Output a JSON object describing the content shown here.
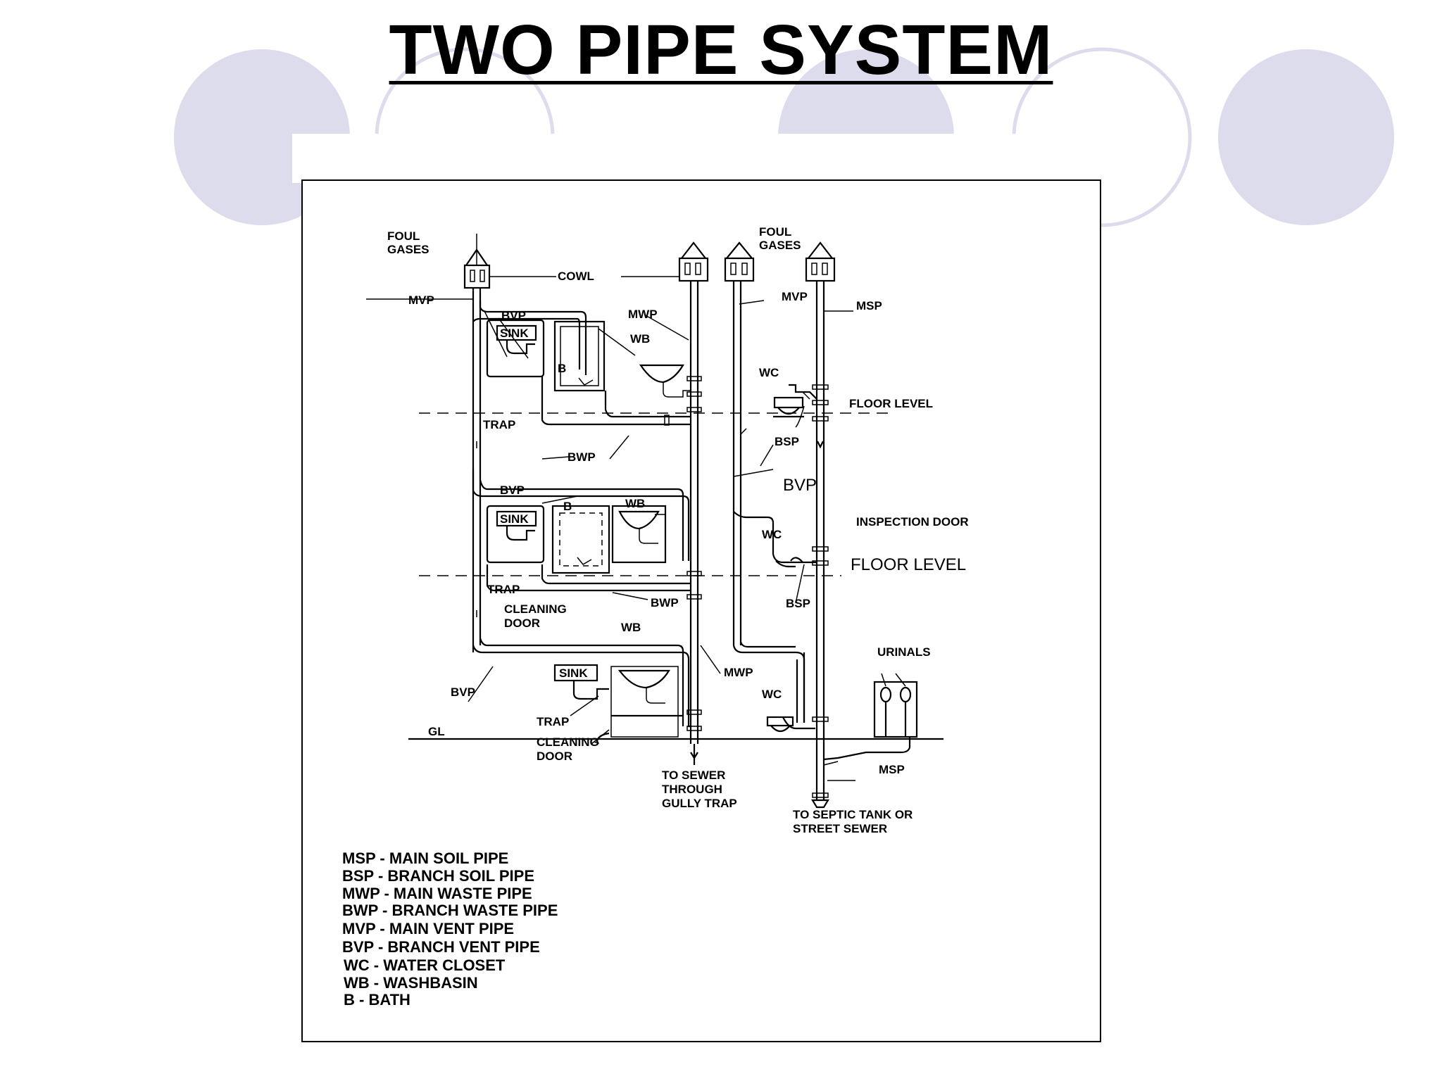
{
  "title": "TWO PIPE SYSTEM",
  "theme": {
    "circle_color": "#dcdcec",
    "line_color": "#000000",
    "background": "#ffffff"
  },
  "labels": {
    "foul_gases_left": [
      "FOUL",
      "GASES"
    ],
    "foul_gases_right": [
      "FOUL",
      "GASES"
    ],
    "cowl": "COWL",
    "mvp": "MVP",
    "msp": "MSP",
    "mwp": "MWP",
    "bvp": "BVP",
    "bvp_large": "BVP",
    "bwp": "BWP",
    "bsp": "BSP",
    "wb": "WB",
    "wc": "WC",
    "sink": "SINK",
    "bath": "B",
    "trap": "TRAP",
    "cleaning_door": [
      "CLEANING",
      "DOOR"
    ],
    "floor_level": "FLOOR LEVEL",
    "floor_level_large": "FLOOR LEVEL",
    "inspection_door": "INSPECTION DOOR",
    "urinals": "URINALS",
    "gl": "GL",
    "to_sewer": [
      "TO SEWER",
      "THROUGH",
      "GULLY TRAP"
    ],
    "to_septic": [
      "TO SEPTIC TANK OR",
      "STREET SEWER"
    ]
  },
  "legend": [
    "MSP - MAIN SOIL PIPE",
    "BSP - BRANCH SOIL PIPE",
    "MWP - MAIN WASTE PIPE",
    "BWP - BRANCH WASTE PIPE",
    "MVP - MAIN VENT PIPE",
    "BVP - BRANCH VENT PIPE",
    "WC - WATER CLOSET",
    "WB - WASHBASIN",
    "B - BATH"
  ]
}
